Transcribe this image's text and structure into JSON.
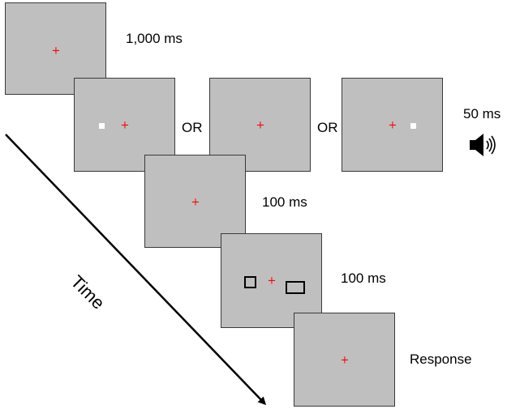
{
  "frames": {
    "f1": {
      "fixation": "+"
    },
    "f2a": {
      "fixation": "+"
    },
    "f2b": {
      "fixation": "+"
    },
    "f2c": {
      "fixation": "+"
    },
    "f3": {
      "fixation": "+"
    },
    "f4": {
      "fixation": "+"
    },
    "f5": {
      "fixation": "+"
    }
  },
  "labels": {
    "d1": "1,000 ms",
    "or1": "OR",
    "or2": "OR",
    "d2": "50 ms",
    "d3": "100 ms",
    "d4": "100 ms",
    "response": "Response",
    "time": "Time"
  },
  "icons": {
    "sound": "speaker-icon"
  },
  "colors": {
    "screen": "#bfbfbf",
    "fixation": "#ff0000",
    "dot": "#ffffff"
  }
}
